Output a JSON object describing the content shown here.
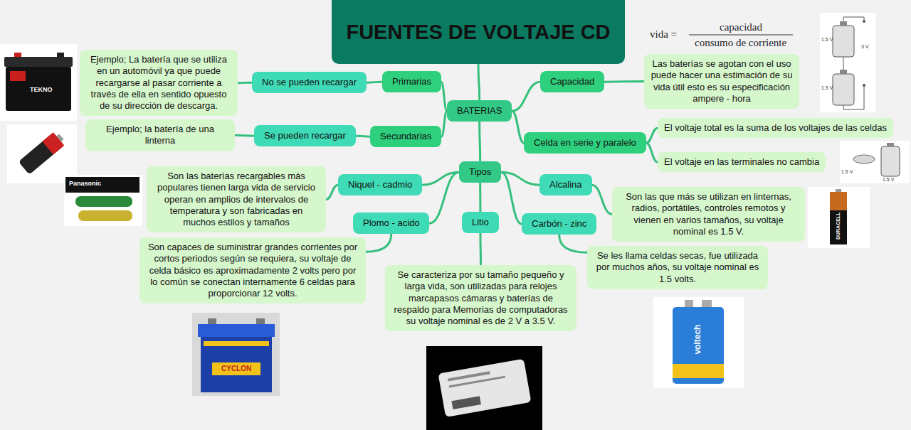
{
  "diagram": {
    "title": "FUENTES DE VOLTAJE CD",
    "nodes": [
      {
        "text": [
          "FUENTES DE VOLTAJE CD"
        ]
      },
      {
        "text": [
          "BATERIAS"
        ]
      },
      {
        "text": [
          "Primarias"
        ]
      },
      {
        "text": [
          "No se pueden recargar"
        ]
      },
      {
        "text": [
          "Ejemplo; La batería que se utiliza en un automóvil ya que puede recargarse al pasar corriente a través de ella en sentido opuesto de su dirección de descarga."
        ]
      },
      {
        "text": [
          "Secundarias"
        ]
      },
      {
        "text": [
          "Se pueden recargar"
        ]
      },
      {
        "text": [
          "Ejemplo; la batería de una linterna"
        ]
      },
      {
        "text": [
          "Capacidad"
        ]
      },
      {
        "text": [
          "Las baterías se agotan con el uso puede hacer una estimación de su vida útil esto es su especificación ampere - hora"
        ]
      },
      {
        "text": [
          "Celda en serie y paralelo"
        ]
      },
      {
        "text": [
          "El voltaje total es la suma de los voltajes de las celdas"
        ]
      },
      {
        "text": [
          "El voltaje en las terminales no cambia"
        ]
      },
      {
        "text": [
          "Tipos"
        ]
      },
      {
        "text": [
          "Niquel - cadmio"
        ]
      },
      {
        "text": [
          "Son las baterías recargables más populares tienen larga vida de servicio operan en amplios de intervalos de temperatura y son fabricadas en muchos estilos y tamaños"
        ]
      },
      {
        "text": [
          "Plomo - acido"
        ]
      },
      {
        "text": [
          "Son capaces de suministrar grandes corrientes por cortos periodos según se requiera, su voltaje de celda básico es aproximadamente 2 volts pero por lo común se conectan internamente 6 celdas para proporcionar 12 volts."
        ]
      },
      {
        "text": [
          "Litio"
        ]
      },
      {
        "text": [
          "Se caracteriza por su tamaño pequeño y larga vida, son utilizadas para relojes marcapasos cámaras y baterías de respaldo para Memorias de computadoras su voltaje nominal es de 2 V a 3.5 V."
        ]
      },
      {
        "text": [
          "Alcalina"
        ]
      },
      {
        "text": [
          "Son las que más se utilizan en linternas, radios, portátiles, controles remotos y vienen en varios tamaños, su voltaje nominal es 1.5 V."
        ]
      },
      {
        "text": [
          "Carbón - zinc"
        ]
      },
      {
        "text": [
          "Se les llama celdas secas, fue utilizada por muchos años, su voltaje nominal es 1.5 volts."
        ]
      }
    ],
    "edges": [
      {
        "from": 0,
        "to": 1,
        "arrow": "none"
      },
      {
        "from": 1,
        "to": 2,
        "arrow": "none"
      },
      {
        "from": 2,
        "to": 3,
        "arrow": "none"
      },
      {
        "from": 3,
        "to": 4,
        "arrow": "none"
      },
      {
        "from": 1,
        "to": 5,
        "arrow": "none"
      },
      {
        "from": 5,
        "to": 6,
        "arrow": "none"
      },
      {
        "from": 6,
        "to": 7,
        "arrow": "none"
      },
      {
        "from": 1,
        "to": 8,
        "arrow": "none"
      },
      {
        "from": 8,
        "to": 9,
        "arrow": "none"
      },
      {
        "from": 1,
        "to": 10,
        "arrow": "none"
      },
      {
        "from": 10,
        "to": 11,
        "arrow": "none"
      },
      {
        "from": 10,
        "to": 12,
        "arrow": "none"
      },
      {
        "from": 1,
        "to": 13,
        "arrow": "none"
      },
      {
        "from": 13,
        "to": 14,
        "arrow": "none"
      },
      {
        "from": 14,
        "to": 15,
        "arrow": "none"
      },
      {
        "from": 13,
        "to": 16,
        "arrow": "none"
      },
      {
        "from": 16,
        "to": 17,
        "arrow": "none"
      },
      {
        "from": 13,
        "to": 18,
        "arrow": "none"
      },
      {
        "from": 18,
        "to": 19,
        "arrow": "none"
      },
      {
        "from": 13,
        "to": 20,
        "arrow": "none"
      },
      {
        "from": 20,
        "to": 21,
        "arrow": "none"
      },
      {
        "from": 13,
        "to": 22,
        "arrow": "none"
      },
      {
        "from": 22,
        "to": 23,
        "arrow": "none"
      }
    ],
    "labels": [
      "vida =",
      "capacidad",
      "consumo de corriente",
      "1.5 V",
      "3 V",
      "1.5 V",
      "1.5 V",
      "1.5 V",
      "TEKNO",
      "Panasonic",
      "DURACELL",
      "voltech",
      "CYCLON"
    ]
  }
}
